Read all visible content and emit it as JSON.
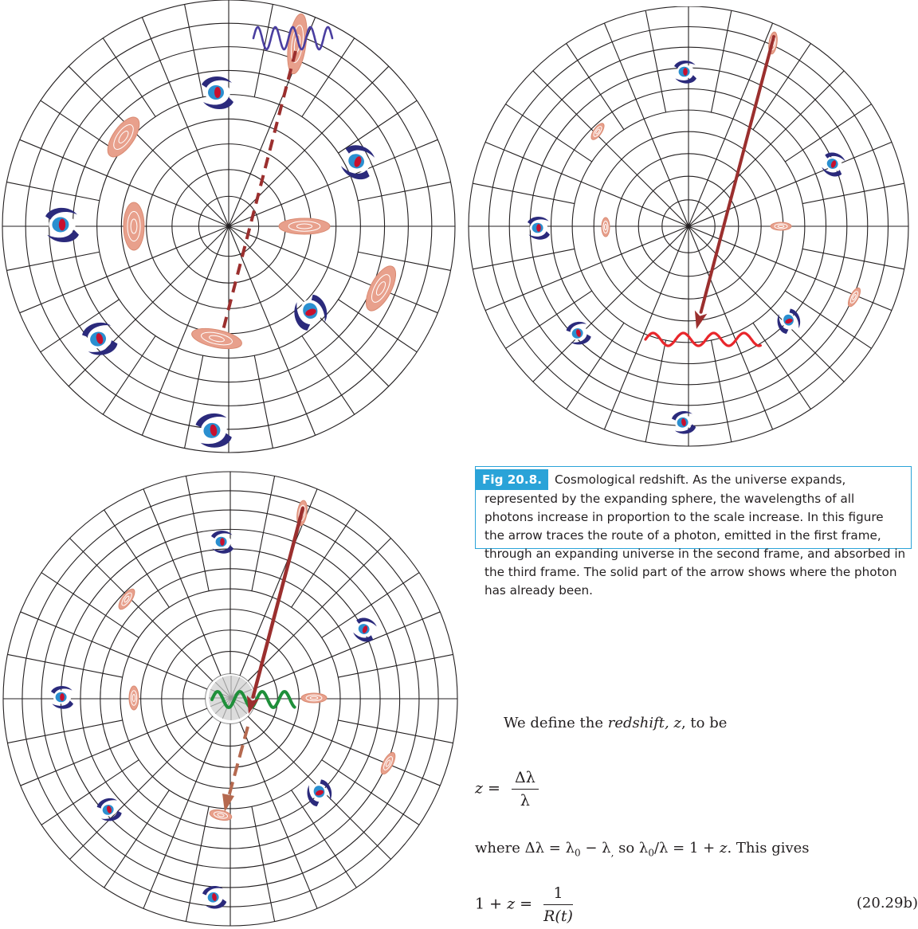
{
  "figure": {
    "colors": {
      "grid": "#231f20",
      "spiral_arm": "#2b2a7c",
      "spiral_core": "#c8102e",
      "spiral_halo": "#2a8fd0",
      "elliptical_fill": "#e8a08c",
      "elliptical_line": "#ffffff",
      "photon_path": "#9b2f2e",
      "wave_emitted": "#4a3ea0",
      "wave_transit": "#e8262b",
      "wave_absorbed": "#1f8f3a",
      "past_path_light": "#b5694f"
    },
    "icons": [
      "spiral-galaxy-icon",
      "elliptical-galaxy-icon"
    ]
  },
  "caption": {
    "label": "Fig 20.8.",
    "text": "Cosmological redshift. As the universe expands, represented by the expanding sphere, the wavelengths of all photons increase in proportion to the scale increase. In this figure the arrow traces the route of a photon, emitted in the first frame, through an expanding universe in the second frame, and absorbed in the third frame. The solid part of the arrow shows where the photon has already been."
  },
  "text": {
    "para1_start": "We define the ",
    "para1_term": "redshift, z",
    "para1_end": ", to be",
    "eq1_lhs": "z",
    "eq1_rel": " = ",
    "eq1_num": "Δλ",
    "eq1_den": "λ",
    "para2_where": "where Δλ = λ",
    "para2_sub0": "0",
    "para2_mid": " − λ",
    "para2_comma": ",",
    "para2_so": " so λ",
    "para2_sub1": "0",
    "para2_tail": "/λ = 1 + ",
    "para2_z": "z",
    "para2_end": ". This gives",
    "eq2_lhs": "1 + ",
    "eq2_z": "z",
    "eq2_rel": " = ",
    "eq2_num": "1",
    "eq2_den": "R(t)",
    "eq2_number": "(20.29b)"
  }
}
